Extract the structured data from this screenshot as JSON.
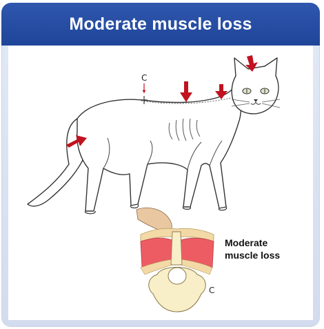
{
  "header": {
    "title": "Moderate muscle loss"
  },
  "illustration": {
    "subject": "cat",
    "marker_label": "C",
    "arrow_color": "#c1121f"
  },
  "cross_section": {
    "caption_line1": "Moderate",
    "caption_line2": "muscle loss",
    "marker_label": "C"
  },
  "colors": {
    "header_blue": "#2448a0",
    "frame_blue": "#d6deef",
    "muscle_red": "#ee5c63",
    "bone_cream": "#f8eec7"
  }
}
